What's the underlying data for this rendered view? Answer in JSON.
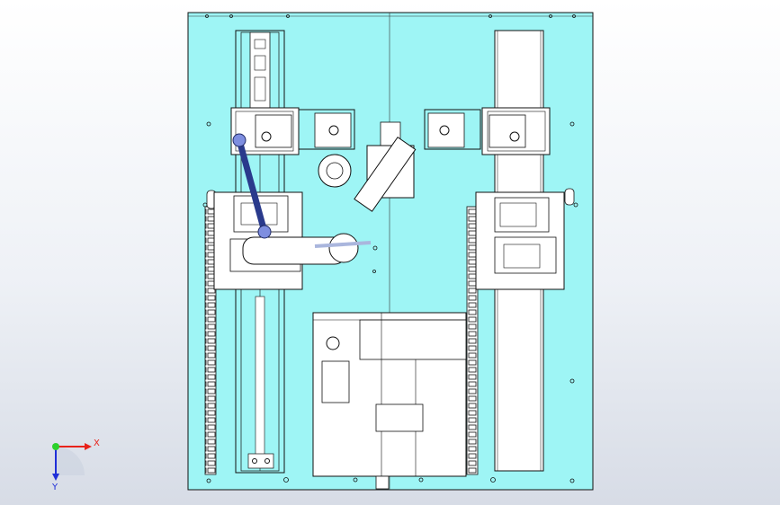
{
  "viewport": {
    "model_color": "#9ef5f5",
    "line_color": "#1a1a1a",
    "arm_color": "#2a3a8c",
    "part_fill": "#ffffff",
    "icon": "cad-3d-assembly-top-view"
  },
  "triad": {
    "x_label": "X",
    "y_label": "Y",
    "x_color": "#e8231b",
    "y_color": "#1f2fd8",
    "z_color": "#2bd12b",
    "icon": "coordinate-triad-icon"
  }
}
